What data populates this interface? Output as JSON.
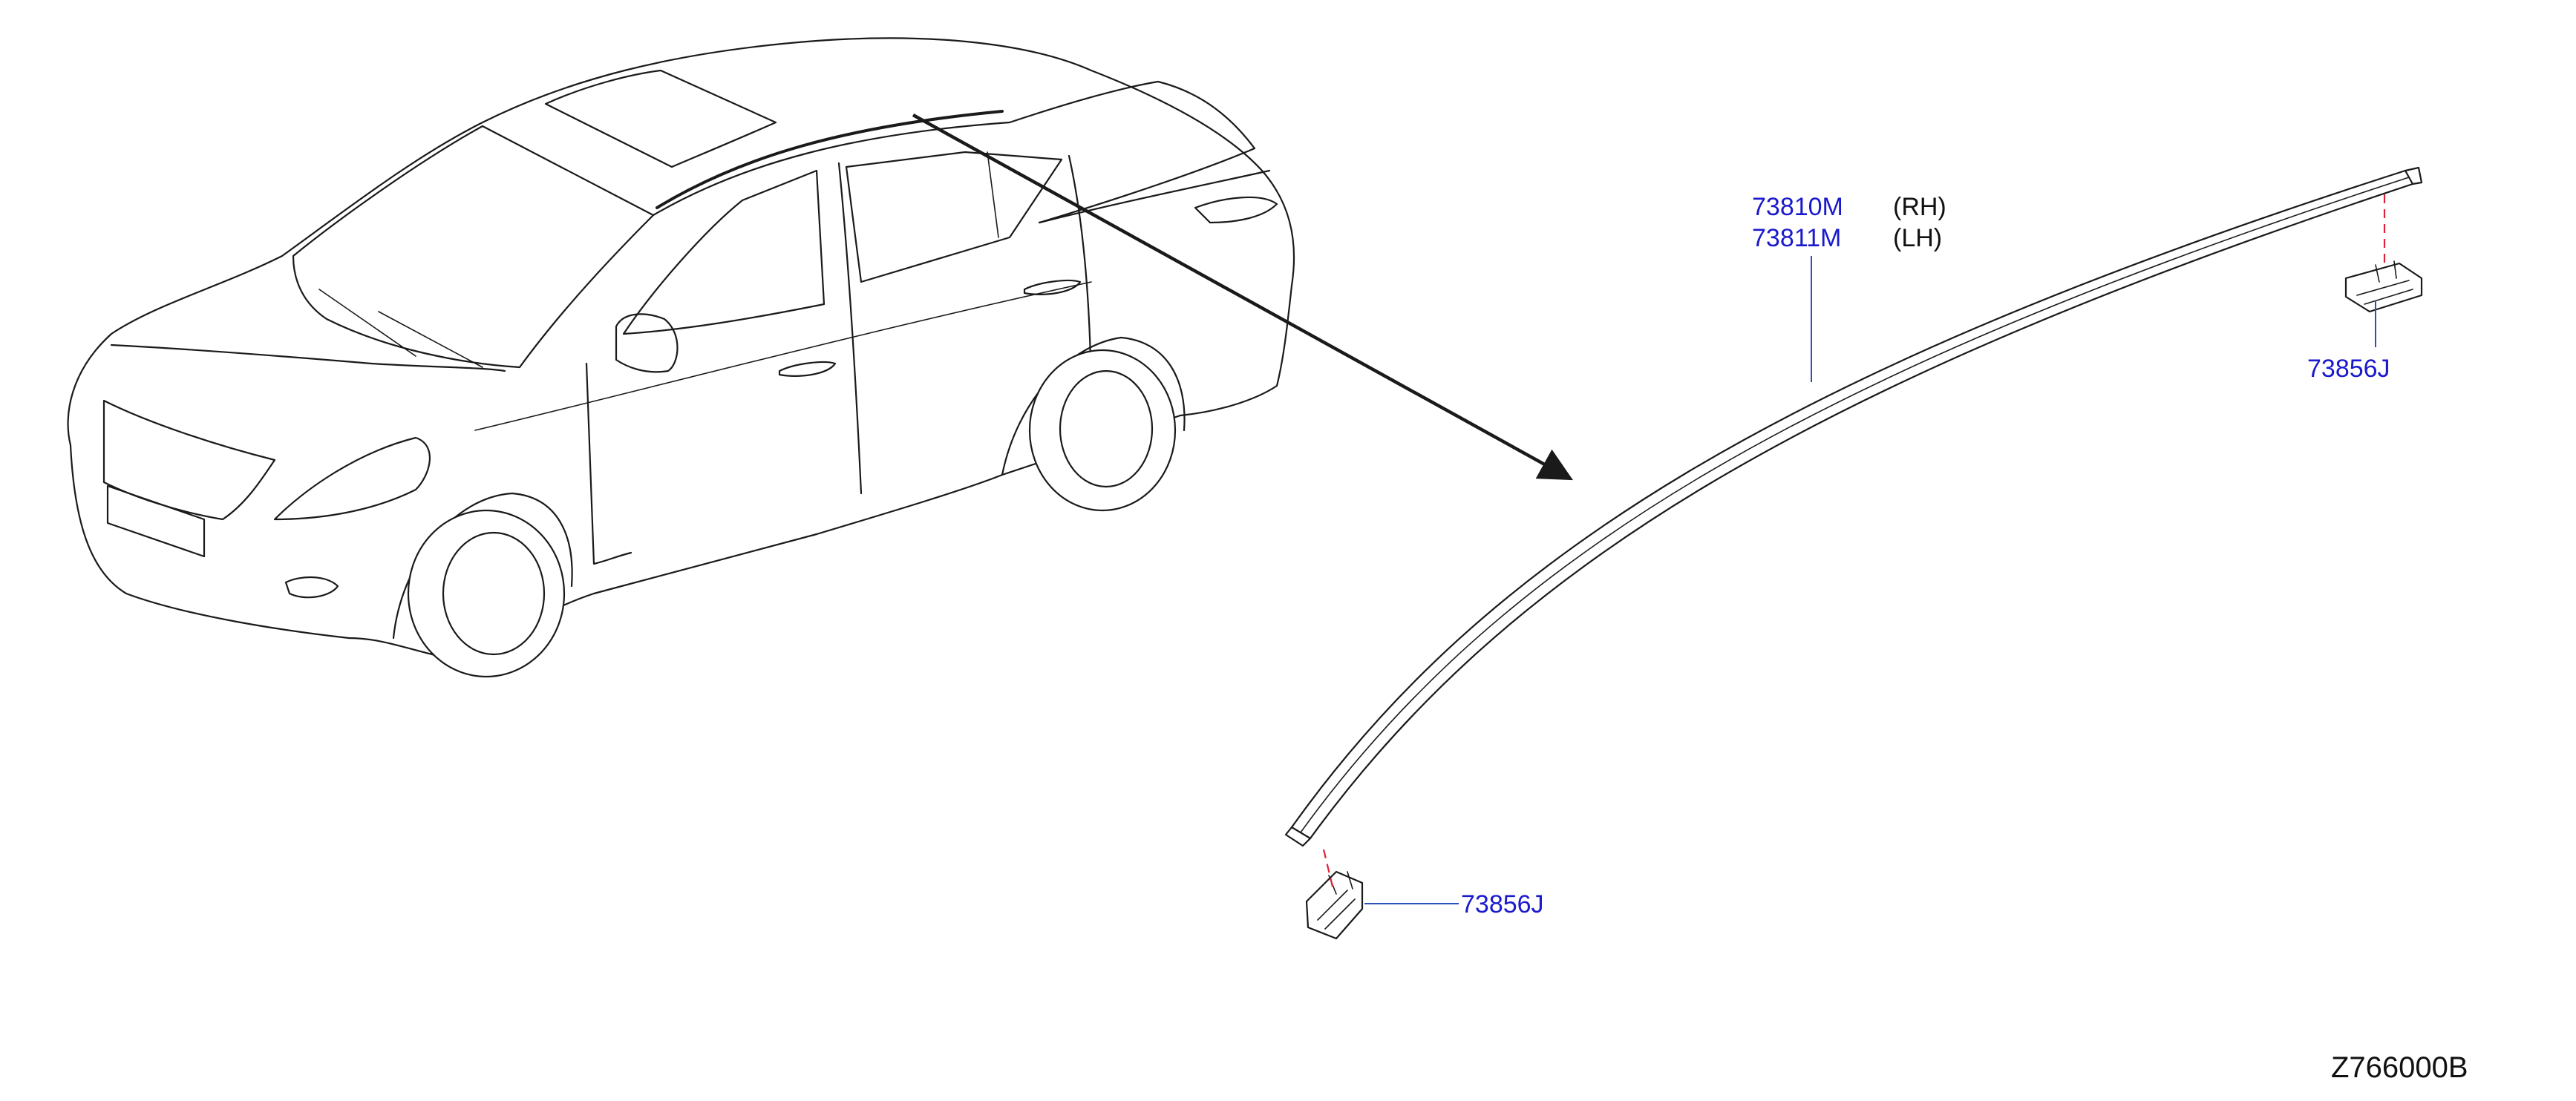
{
  "colors": {
    "part_number": "#1a1acc",
    "leader_line": "#2a52be",
    "dashed_guide": "#e0213a",
    "linework": "#1a1a1a",
    "background": "#ffffff"
  },
  "callouts": {
    "molding_rh": {
      "number": "73810M",
      "side": "(RH)"
    },
    "molding_lh": {
      "number": "73811M",
      "side": "(LH)"
    },
    "clip_rear": {
      "number": "73856J"
    },
    "clip_front": {
      "number": "73856J"
    }
  },
  "diagram_code": "Z766000B"
}
